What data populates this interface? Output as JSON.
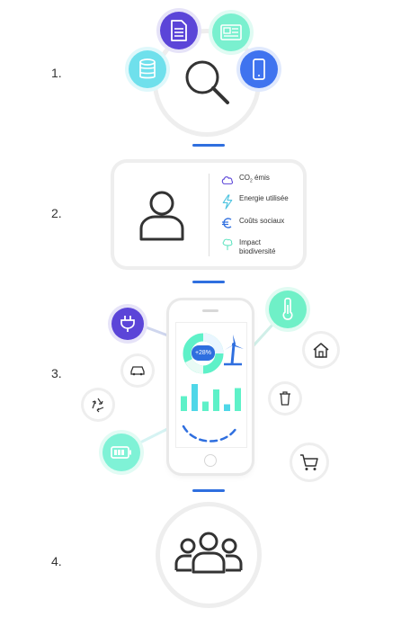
{
  "steps": [
    {
      "number": "1."
    },
    {
      "number": "2."
    },
    {
      "number": "3."
    },
    {
      "number": "4."
    }
  ],
  "step1": {
    "icons": [
      "magnifier-icon",
      "document-icon",
      "newspaper-icon",
      "database-icon",
      "smartphone-icon"
    ]
  },
  "step2": {
    "icons": [
      "user-icon"
    ],
    "legend": [
      {
        "icon": "cloud-icon",
        "label_pre": "CO",
        "label_sub": "2",
        "label_post": " émis"
      },
      {
        "icon": "lightning-icon",
        "label": "Energie utilisée"
      },
      {
        "icon": "euro-icon",
        "label": "Coûts sociaux"
      },
      {
        "icon": "tree-icon",
        "label": "Impact\nbiodiversité"
      }
    ]
  },
  "step3": {
    "phone": {
      "donut_label": "+28%",
      "bars": [
        0.55,
        1.0,
        0.35,
        0.8,
        0.25,
        0.85
      ],
      "icons": [
        "wind-turbine-icon",
        "bar-chart-icon",
        "dashed-arc-icon"
      ]
    },
    "satellites": [
      "plug-icon",
      "car-icon",
      "recycle-icon",
      "battery-icon",
      "thermometer-icon",
      "home-icon",
      "trash-icon",
      "cart-icon"
    ]
  },
  "step4": {
    "icons": [
      "group-icon"
    ]
  },
  "colors": {
    "accent_blue": "#2f6fdf",
    "indigo": "#5b45d8",
    "mint": "#5ef1c8",
    "cyan": "#7fe6f0",
    "ring_grey": "#eeeeee"
  }
}
